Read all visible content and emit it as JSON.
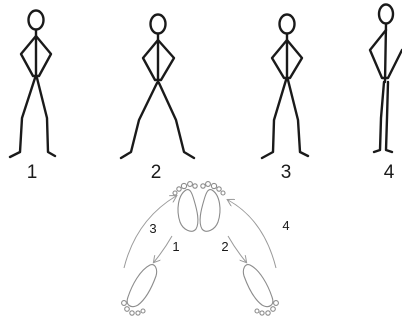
{
  "figures": [
    {
      "label": "1"
    },
    {
      "label": "2"
    },
    {
      "label": "3"
    },
    {
      "label": "4"
    }
  ],
  "footwork": {
    "step_labels": [
      "3",
      "1",
      "2",
      "4"
    ]
  },
  "colors": {
    "figure_stroke": "#1a1a1a",
    "footprint_stroke": "#8c8c8c",
    "arrow_stroke": "#9a9a9a",
    "background": "#ffffff"
  }
}
